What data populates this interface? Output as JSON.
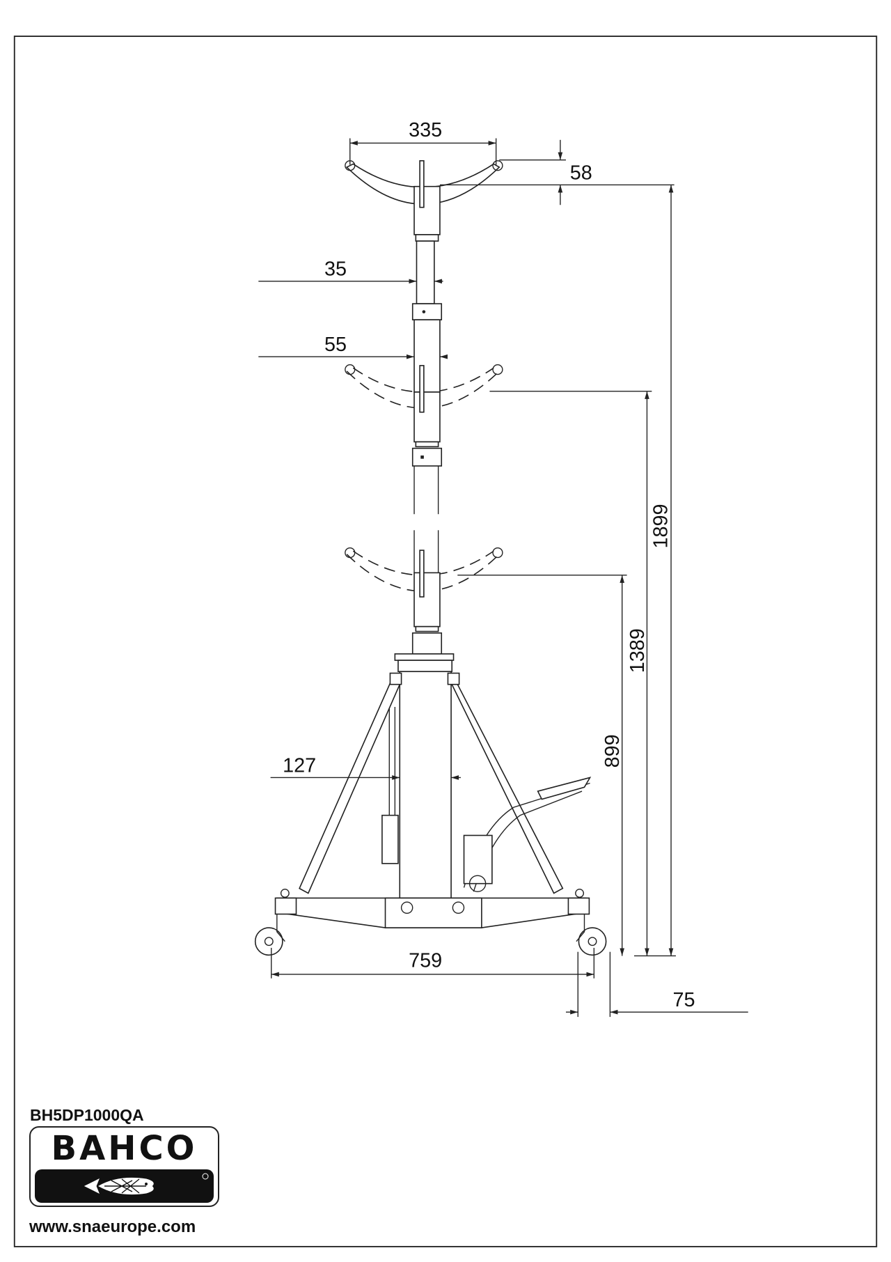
{
  "drawing": {
    "title": "Transmission jack dimension drawing",
    "dimensions": {
      "saddle_width": "335",
      "saddle_depth": "58",
      "upper_tube_diameter": "35",
      "lower_tube_diameter": "55",
      "max_height": "1899",
      "mid_height": "1389",
      "min_height": "899",
      "column_diameter": "127",
      "wheel_base": "759",
      "wheel_offset": "75"
    }
  },
  "footer": {
    "model": "BH5DP1000QA",
    "brand": "BAHCO",
    "url": "www.snaeurope.com"
  }
}
